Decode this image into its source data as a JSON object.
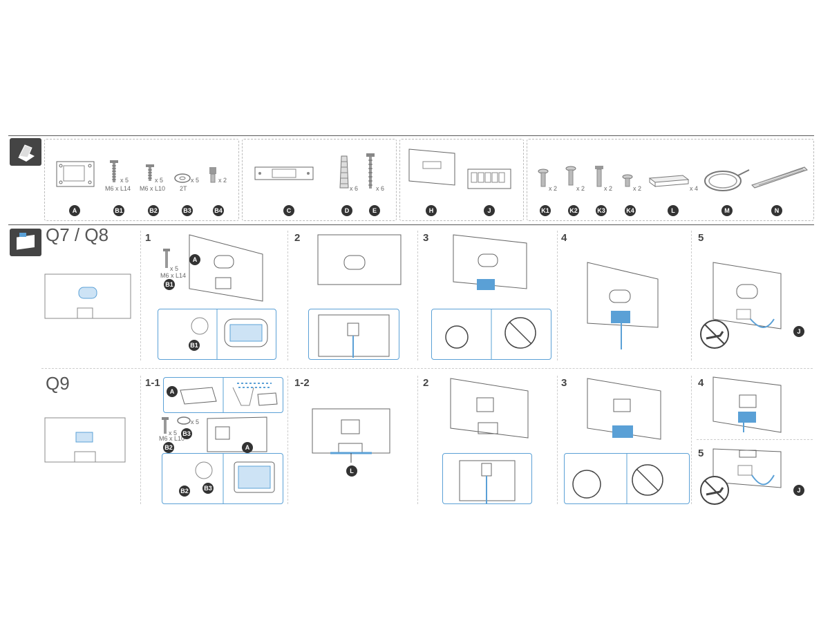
{
  "parts": {
    "A": {
      "badge": "A"
    },
    "B1": {
      "badge": "B1",
      "qty": "x 5",
      "spec": "M6 x L14"
    },
    "B2": {
      "badge": "B2",
      "qty": "x 5",
      "spec": "M6 x L10"
    },
    "B3": {
      "badge": "B3",
      "qty": "x 5",
      "spec": "2T"
    },
    "B4": {
      "badge": "B4",
      "qty": "x 2"
    },
    "C": {
      "badge": "C"
    },
    "D": {
      "badge": "D",
      "qty": "x 6"
    },
    "E": {
      "badge": "E",
      "qty": "x 6"
    },
    "H": {
      "badge": "H"
    },
    "J": {
      "badge": "J"
    },
    "K1": {
      "badge": "K1",
      "qty": "x 2"
    },
    "K2": {
      "badge": "K2",
      "qty": "x 2"
    },
    "K3": {
      "badge": "K3",
      "qty": "x 2"
    },
    "K4": {
      "badge": "K4",
      "qty": "x 2"
    },
    "L": {
      "badge": "L",
      "qty": "x 4"
    },
    "M": {
      "badge": "M"
    },
    "N": {
      "badge": "N"
    }
  },
  "row1": {
    "model": "Q7 / Q8",
    "steps": [
      "1",
      "2",
      "3",
      "4",
      "5"
    ],
    "callouts": {
      "A": "A",
      "B1": "B1",
      "J": "J",
      "qty": "x 5",
      "spec": "M6 x L14"
    }
  },
  "row2": {
    "model": "Q9",
    "steps": [
      "1-1",
      "1-2",
      "2",
      "3",
      "4",
      "5"
    ],
    "callouts": {
      "A": "A",
      "B2": "B2",
      "B3": "B3",
      "L": "L",
      "J": "J",
      "qty": "x 5",
      "spec": "M6 x L10"
    }
  },
  "colors": {
    "accent": "#5aa0d6",
    "dark": "#333333",
    "line": "#555555"
  }
}
